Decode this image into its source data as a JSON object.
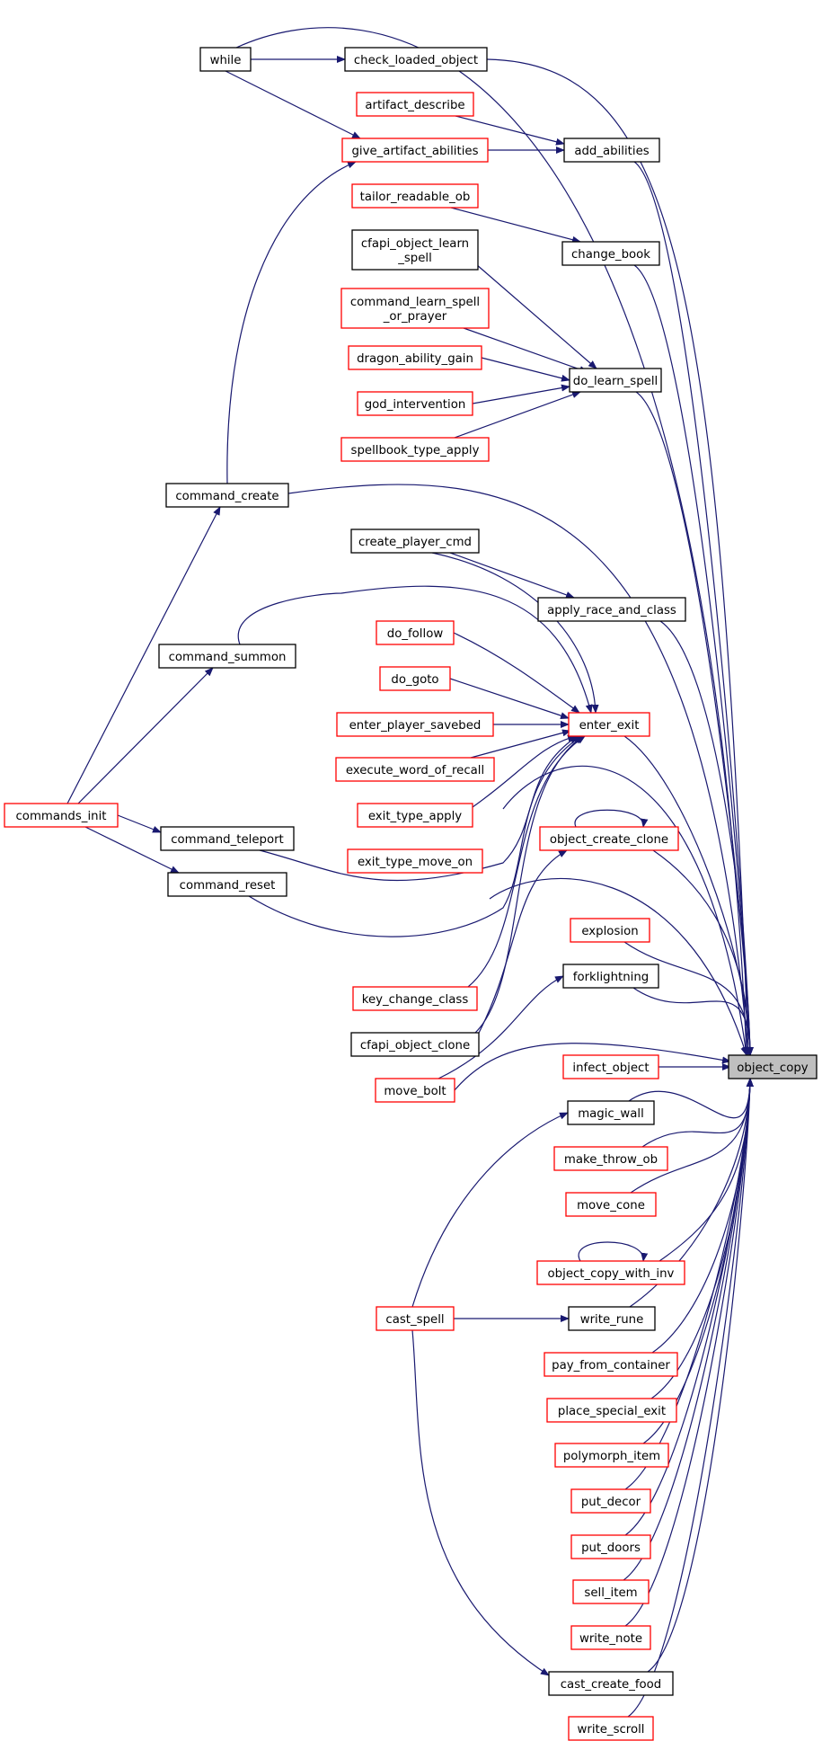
{
  "colors": {
    "edge": "#191970",
    "caller_border_red": "#ff0000",
    "caller_border_black": "#000000",
    "focus_fill": "#bfbfbf"
  },
  "focus": {
    "id": "n_object_copy",
    "label": "object_copy"
  },
  "nodes": [
    {
      "id": "n_while",
      "label": "while",
      "border": "black"
    },
    {
      "id": "n_check_loaded_object",
      "label": "check_loaded_object",
      "border": "black"
    },
    {
      "id": "n_artifact_describe",
      "label": "artifact_describe",
      "border": "red"
    },
    {
      "id": "n_give_artifact_abilities",
      "label": "give_artifact_abilities",
      "border": "red"
    },
    {
      "id": "n_add_abilities",
      "label": "add_abilities",
      "border": "black"
    },
    {
      "id": "n_tailor_readable_ob",
      "label": "tailor_readable_ob",
      "border": "red"
    },
    {
      "id": "n_cfapi_object_learn_spell",
      "label": "cfapi_object_learn\n_spell",
      "border": "black"
    },
    {
      "id": "n_change_book",
      "label": "change_book",
      "border": "black"
    },
    {
      "id": "n_command_learn_spell_or_prayer",
      "label": "command_learn_spell\n_or_prayer",
      "border": "red"
    },
    {
      "id": "n_dragon_ability_gain",
      "label": "dragon_ability_gain",
      "border": "red"
    },
    {
      "id": "n_do_learn_spell",
      "label": "do_learn_spell",
      "border": "black"
    },
    {
      "id": "n_god_intervention",
      "label": "god_intervention",
      "border": "red"
    },
    {
      "id": "n_spellbook_type_apply",
      "label": "spellbook_type_apply",
      "border": "red"
    },
    {
      "id": "n_command_create",
      "label": "command_create",
      "border": "black"
    },
    {
      "id": "n_create_player_cmd",
      "label": "create_player_cmd",
      "border": "black"
    },
    {
      "id": "n_apply_race_and_class",
      "label": "apply_race_and_class",
      "border": "black"
    },
    {
      "id": "n_do_follow",
      "label": "do_follow",
      "border": "red"
    },
    {
      "id": "n_command_summon",
      "label": "command_summon",
      "border": "black"
    },
    {
      "id": "n_do_goto",
      "label": "do_goto",
      "border": "red"
    },
    {
      "id": "n_enter_player_savebed",
      "label": "enter_player_savebed",
      "border": "red"
    },
    {
      "id": "n_enter_exit",
      "label": "enter_exit",
      "border": "red"
    },
    {
      "id": "n_execute_word_of_recall",
      "label": "execute_word_of_recall",
      "border": "red"
    },
    {
      "id": "n_commands_init",
      "label": "commands_init",
      "border": "red"
    },
    {
      "id": "n_exit_type_apply",
      "label": "exit_type_apply",
      "border": "red"
    },
    {
      "id": "n_command_teleport",
      "label": "command_teleport",
      "border": "black"
    },
    {
      "id": "n_object_create_clone",
      "label": "object_create_clone",
      "border": "red"
    },
    {
      "id": "n_exit_type_move_on",
      "label": "exit_type_move_on",
      "border": "red"
    },
    {
      "id": "n_command_reset",
      "label": "command_reset",
      "border": "black"
    },
    {
      "id": "n_explosion",
      "label": "explosion",
      "border": "red"
    },
    {
      "id": "n_key_change_class",
      "label": "key_change_class",
      "border": "red"
    },
    {
      "id": "n_forklightning",
      "label": "forklightning",
      "border": "black"
    },
    {
      "id": "n_cfapi_object_clone",
      "label": "cfapi_object_clone",
      "border": "black"
    },
    {
      "id": "n_infect_object",
      "label": "infect_object",
      "border": "red"
    },
    {
      "id": "n_move_bolt",
      "label": "move_bolt",
      "border": "red"
    },
    {
      "id": "n_magic_wall",
      "label": "magic_wall",
      "border": "black"
    },
    {
      "id": "n_make_throw_ob",
      "label": "make_throw_ob",
      "border": "red"
    },
    {
      "id": "n_move_cone",
      "label": "move_cone",
      "border": "red"
    },
    {
      "id": "n_object_copy_with_inv",
      "label": "object_copy_with_inv",
      "border": "red"
    },
    {
      "id": "n_cast_spell",
      "label": "cast_spell",
      "border": "red"
    },
    {
      "id": "n_write_rune",
      "label": "write_rune",
      "border": "black"
    },
    {
      "id": "n_pay_from_container",
      "label": "pay_from_container",
      "border": "red"
    },
    {
      "id": "n_place_special_exit",
      "label": "place_special_exit",
      "border": "red"
    },
    {
      "id": "n_polymorph_item",
      "label": "polymorph_item",
      "border": "red"
    },
    {
      "id": "n_put_decor",
      "label": "put_decor",
      "border": "red"
    },
    {
      "id": "n_put_doors",
      "label": "put_doors",
      "border": "red"
    },
    {
      "id": "n_sell_item",
      "label": "sell_item",
      "border": "red"
    },
    {
      "id": "n_write_note",
      "label": "write_note",
      "border": "red"
    },
    {
      "id": "n_cast_create_food",
      "label": "cast_create_food",
      "border": "black"
    },
    {
      "id": "n_write_scroll",
      "label": "write_scroll",
      "border": "red"
    }
  ]
}
